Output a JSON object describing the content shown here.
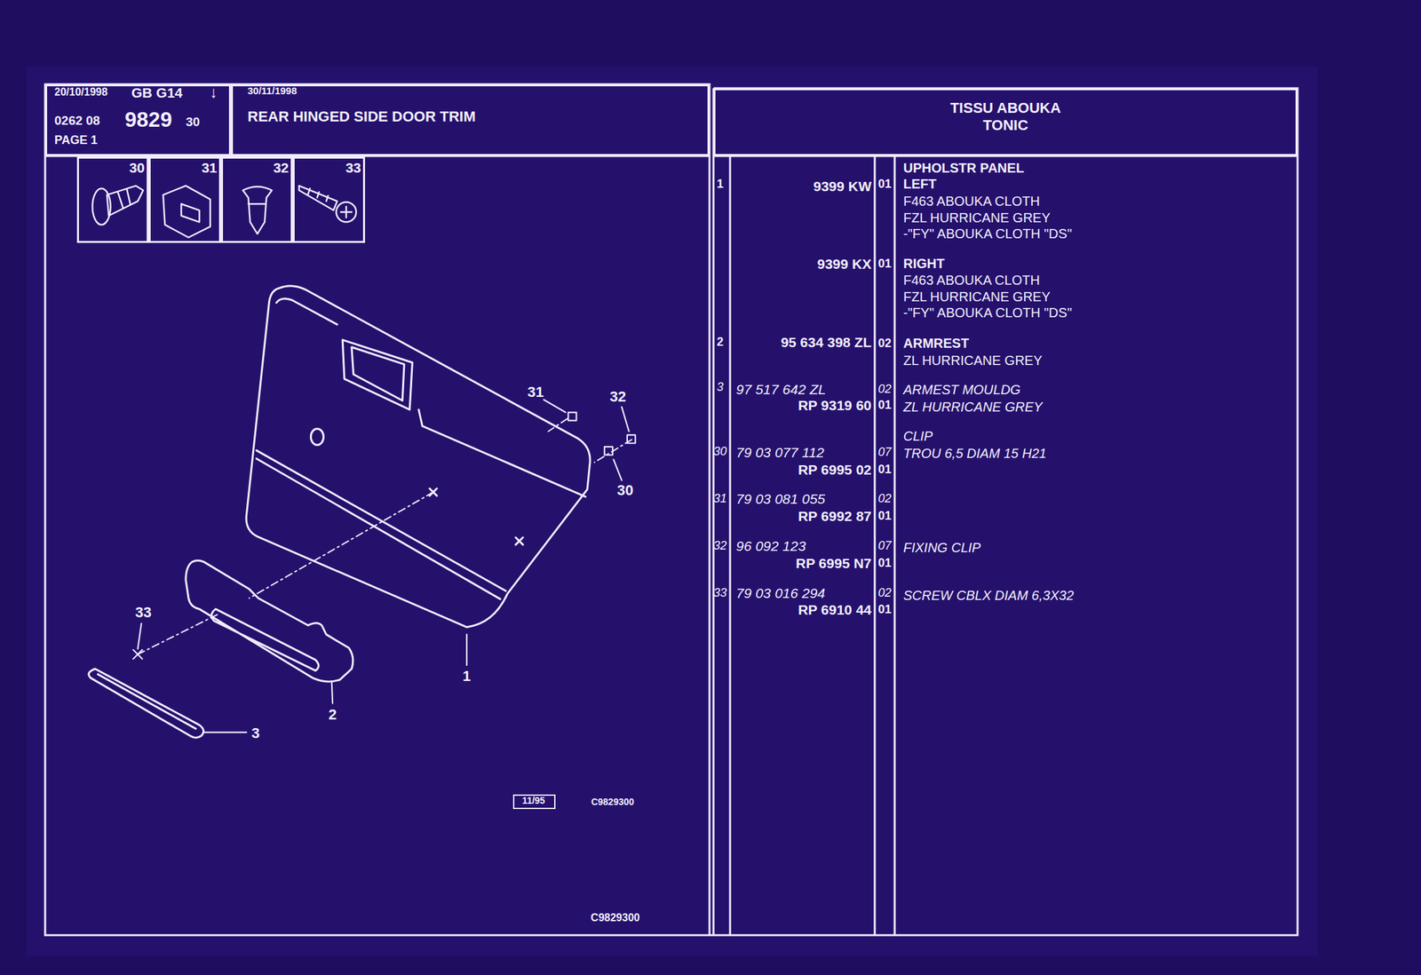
{
  "diagram": {
    "nodes": [
      {
        "text": [
          "20/10/1998",
          "GB G14",
          "↓",
          "0262 08",
          "9829",
          "30",
          "PAGE 1"
        ]
      },
      {
        "text": [
          "30/11/1998",
          "REAR HINGED SIDE DOOR TRIM"
        ]
      },
      {
        "text": [
          "TISSU ABOUKA",
          "TONIC"
        ]
      },
      {
        "text": [
          "30"
        ]
      },
      {
        "text": [
          "31"
        ]
      },
      {
        "text": [
          "32"
        ]
      },
      {
        "text": [
          "33"
        ]
      },
      {
        "text": [
          "11/95"
        ]
      }
    ],
    "labels": [
      "31",
      "32",
      "30",
      "1",
      "2",
      "3",
      "33",
      "C9829300",
      "C9829300",
      "1",
      "9399 KW",
      "01",
      "UPHOLSTR PANEL",
      "LEFT",
      "F463 ABOUKA CLOTH",
      "FZL HURRICANE GREY",
      "-\"FY\" ABOUKA CLOTH \"DS\"",
      "9399 KX",
      "01",
      "RIGHT",
      "F463 ABOUKA CLOTH",
      "FZL HURRICANE GREY",
      "-\"FY\" ABOUKA CLOTH \"DS\"",
      "2",
      "95 634 398 ZL",
      "02",
      "ARMREST",
      "ZL HURRICANE GREY",
      "3",
      "97 517 642 ZL",
      "02",
      "ARMEST MOULDG",
      "RP 9319 60",
      "01",
      "ZL HURRICANE GREY",
      "CLIP",
      "30",
      "79 03 077 112",
      "07",
      "TROU 6,5 DIAM 15 H21",
      "RP 6995 02",
      "01",
      "31",
      "79 03 081 055",
      "02",
      "RP 6992 87",
      "01",
      "32",
      "96 092 123",
      "07",
      "FIXING CLIP",
      "RP 6995 N7",
      "01",
      "33",
      "79 03 016 294",
      "02",
      "SCREW CBLX DIAM 6,3X32",
      "RP 6910 44",
      "01"
    ]
  }
}
